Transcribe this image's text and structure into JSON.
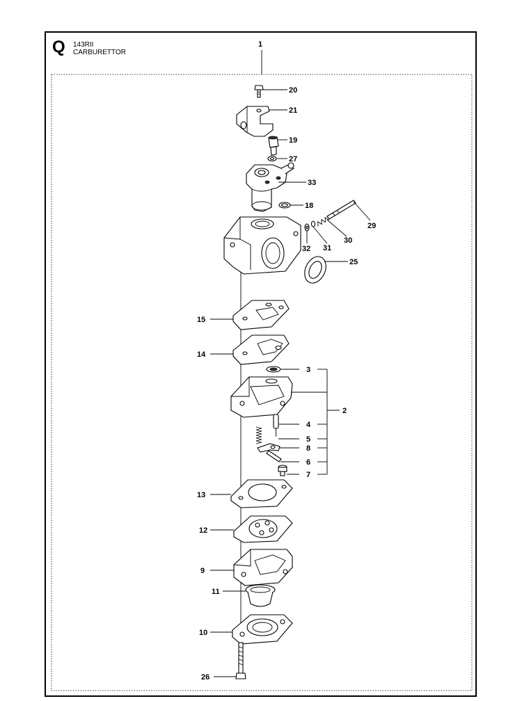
{
  "header": {
    "section_letter": "Q",
    "model": "143RII",
    "title": "CARBURETTOR"
  },
  "callouts": {
    "c1": "1",
    "c2": "2",
    "c3": "3",
    "c4": "4",
    "c5": "5",
    "c6": "6",
    "c7": "7",
    "c8": "8",
    "c9": "9",
    "c10": "10",
    "c11": "11",
    "c12": "12",
    "c13": "13",
    "c14": "14",
    "c15": "15",
    "c18": "18",
    "c19": "19",
    "c20": "20",
    "c21": "21",
    "c25": "25",
    "c26": "26",
    "c27": "27",
    "c29": "29",
    "c30": "30",
    "c31": "31",
    "c32": "32",
    "c33": "33"
  },
  "icons": {
    "carburettor-body": "carburettor-body-icon",
    "gasket": "gasket-icon",
    "screw": "screw-icon",
    "spring": "spring-icon"
  }
}
